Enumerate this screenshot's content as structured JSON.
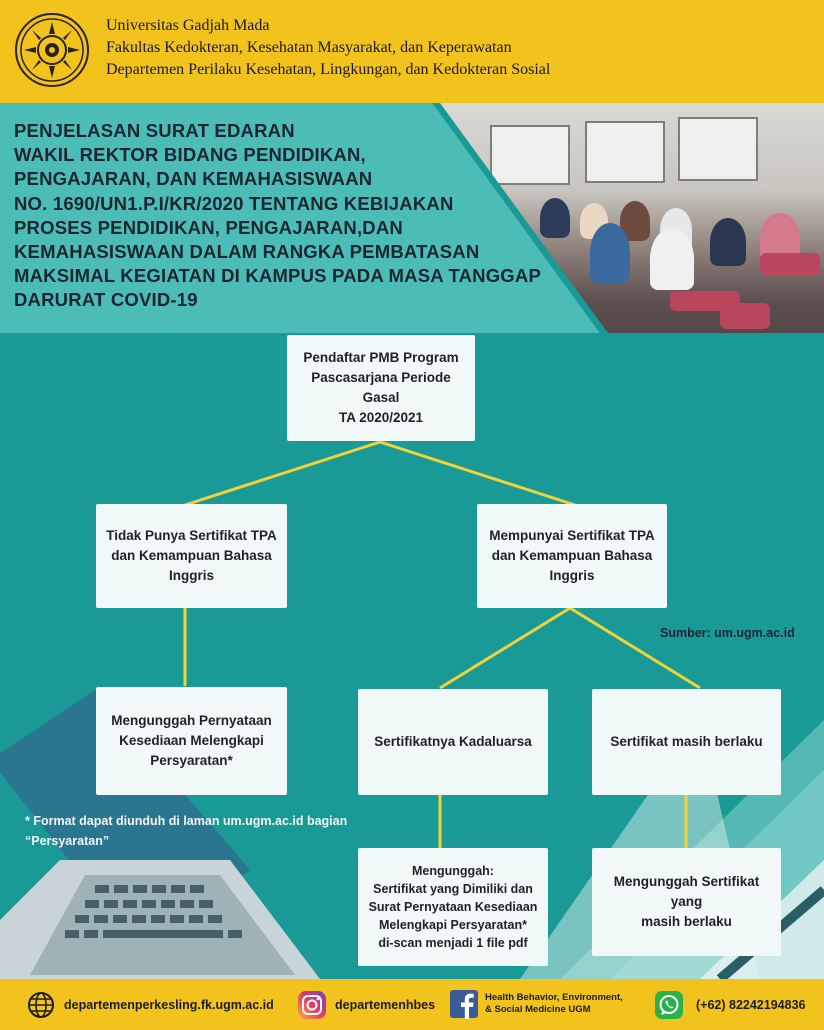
{
  "header": {
    "lines": [
      "Universitas Gadjah Mada",
      "Fakultas Kedokteran, Kesehatan Masyarakat, dan Keperawatan",
      "Departemen Perilaku Kesehatan, Lingkungan, dan Kedokteran Sosial"
    ]
  },
  "title": {
    "lines": [
      "PENJELASAN SURAT EDARAN",
      "WAKIL REKTOR BIDANG PENDIDIKAN,",
      "PENGAJARAN, DAN KEMAHASISWAAN",
      "NO. 1690/UN1.P.I/KR/2020 TENTANG KEBIJAKAN",
      "PROSES PENDIDIKAN, PENGAJARAN,DAN",
      "KEMAHASISWAAN DALAM RANGKA PEMBATASAN",
      "MAKSIMAL KEGIATAN DI KAMPUS PADA MASA TANGGAP",
      "DARURAT COVID-19"
    ]
  },
  "flow": {
    "root": "Pendaftar PMB Program\nPascasarjana Periode Gasal\nTA 2020/2021",
    "no_cert": "Tidak Punya Sertifikat TPA\ndan Kemampuan Bahasa\nInggris",
    "has_cert": "Mempunyai Sertifikat TPA\ndan Kemampuan Bahasa\nInggris",
    "upload_statement": "Mengunggah Pernyataan\nKesediaan Melengkapi\nPersyaratan*",
    "expired": "Sertifikatnya Kadaluarsa",
    "valid": "Sertifikat masih berlaku",
    "upload_owned": "Mengunggah:\nSertifikat yang Dimiliki dan\nSurat Pernyataan Kesediaan\nMelengkapi Persyaratan*\ndi-scan menjadi 1 file pdf",
    "upload_valid": "Mengunggah Sertifikat yang\nmasih berlaku"
  },
  "source": "Sumber: um.ugm.ac.id",
  "footnote": "* Format dapat diunduh di laman um.ugm.ac.id bagian “Persyaratan”",
  "footer": {
    "website": "departemenperkesling.fk.ugm.ac.id",
    "instagram": "departemenhbes",
    "facebook_line1": "Health Behavior, Environment,",
    "facebook_line2": "& Social Medicine UGM",
    "whatsapp": "(+62) 82242194836"
  },
  "colors": {
    "yellow": "#f2c21d",
    "teal": "#1a9a96",
    "light_teal": "#4cbdb6",
    "connector": "#f2d23b"
  }
}
